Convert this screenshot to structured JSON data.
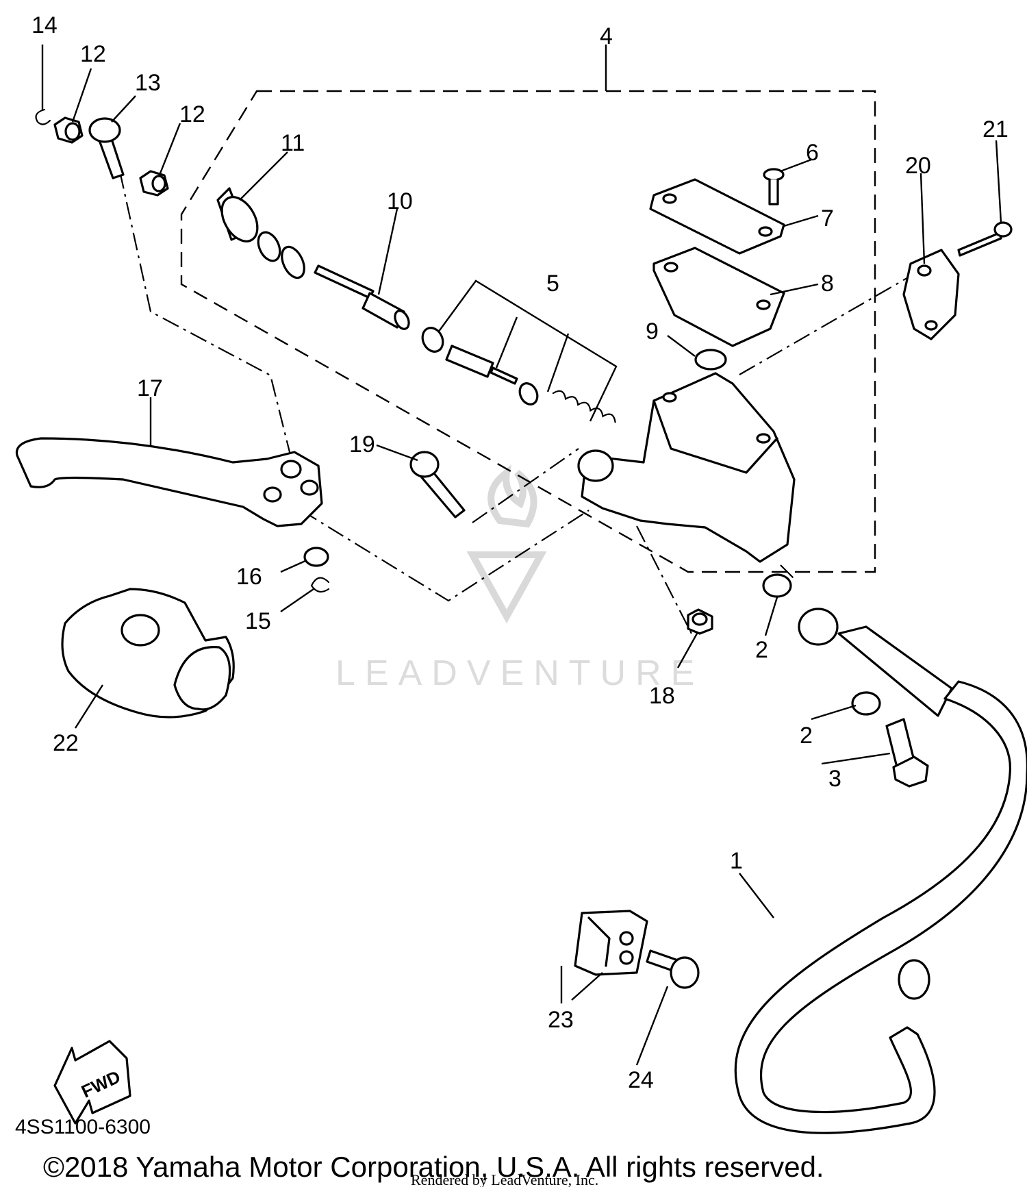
{
  "diagram": {
    "part_code": "4SS1100-6300",
    "copyright": "©2018 Yamaha Motor Corporation, U.S.A. All rights reserved.",
    "rendered_by": "Rendered by LeadVenture, Inc.",
    "watermark": "LEADVENTURE",
    "fwd_label": "FWD",
    "callouts": {
      "c1": "1",
      "c2a": "2",
      "c2b": "2",
      "c3": "3",
      "c4": "4",
      "c5": "5",
      "c6": "6",
      "c7": "7",
      "c8": "8",
      "c9": "9",
      "c10": "10",
      "c11": "11",
      "c12a": "12",
      "c12b": "12",
      "c13": "13",
      "c14": "14",
      "c15": "15",
      "c16": "16",
      "c17": "17",
      "c18": "18",
      "c19": "19",
      "c20": "20",
      "c21": "21",
      "c22": "22",
      "c23": "23",
      "c24": "24"
    }
  }
}
